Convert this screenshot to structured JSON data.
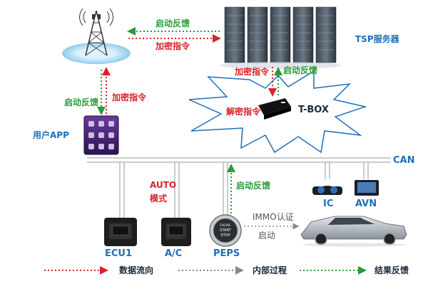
{
  "top": {
    "feedback_top": "启动反馈",
    "encrypt_top": "加密指令",
    "tsp_label": "TSP服务器",
    "encrypt_tsp": "加密指令",
    "feedback_tsp": "启动反馈",
    "decrypt": "解密指令",
    "tbox": "T-BOX",
    "feedback_left": "启动反馈",
    "encrypt_left": "加密指令",
    "user_app": "用户APP",
    "can": "CAN"
  },
  "middle": {
    "auto": "AUTO",
    "mode": "模式",
    "feedback_peps": "启动反馈",
    "immo": "IMMO认证",
    "start": "启动",
    "ic": "IC",
    "avn": "AVN"
  },
  "devices": {
    "ecu1": "ECU1",
    "ac": "A/C",
    "peps": "PEPS"
  },
  "legend": {
    "data_flow": "数据流向",
    "internal": "内部过程",
    "result": "结果反馈"
  },
  "colors": {
    "red": "#d8232a",
    "green": "#2a9a3a",
    "blue": "#1f6fb8",
    "gray": "#888888"
  }
}
